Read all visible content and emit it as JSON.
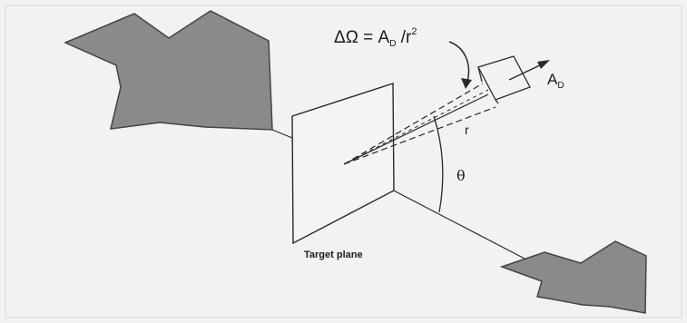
{
  "equation": {
    "lhs": "ΔΩ = A",
    "sub": "D",
    "mid": " /r",
    "sup": "2"
  },
  "detector_area_label": {
    "main": "A",
    "sub": "D"
  },
  "distance_label": "r",
  "angle_label": "θ",
  "plane_label": "Target plane",
  "colors": {
    "background": "#f2f2f0",
    "arrow_fill": "#8a8a8a",
    "line": "#2a2a2a"
  }
}
